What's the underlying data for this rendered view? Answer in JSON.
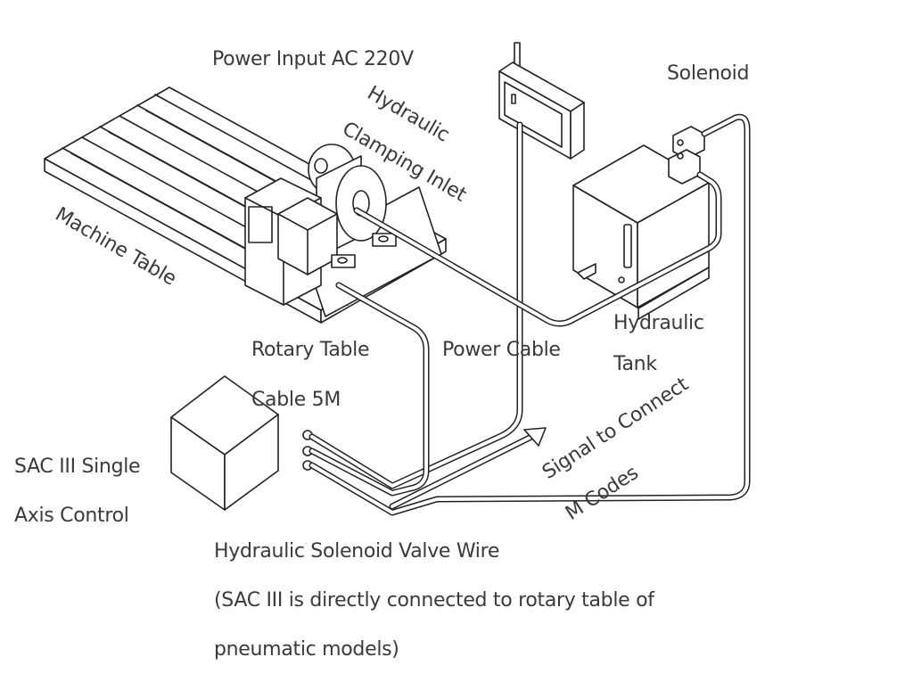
{
  "diagram": {
    "title": "SAC III Single Axis Control hydraulic rotary table connection diagram",
    "labels": {
      "power_input": "Power Input AC 220V",
      "hydraulic_clamping_line1": "Hydraulic",
      "hydraulic_clamping_line2": "Clamping Inlet",
      "solenoid": "Solenoid",
      "machine_table": "Machine Table",
      "hydraulic_tank_line1": "Hydraulic",
      "hydraulic_tank_line2": "Tank",
      "rotary_table_cable_line1": "Rotary Table",
      "rotary_table_cable_line2": "Cable 5M",
      "power_cable": "Power Cable",
      "signal_line1": "Signal to Connect",
      "signal_line2": "M Codes",
      "controller_line1": "SAC III Single",
      "controller_line2": "Axis Control",
      "solenoid_wire": "Hydraulic Solenoid Valve Wire",
      "note_line1": "(SAC III is directly connected to rotary table of",
      "note_line2": "pneumatic models)"
    },
    "components": [
      {
        "name": "Machine Table",
        "icon": "t-slot-table-icon"
      },
      {
        "name": "Rotary Table",
        "icon": "rotary-table-icon"
      },
      {
        "name": "Power Input Box",
        "icon": "electrical-box-icon"
      },
      {
        "name": "Hydraulic Tank",
        "icon": "hydraulic-tank-icon"
      },
      {
        "name": "Solenoid Valve",
        "icon": "solenoid-valve-icon"
      },
      {
        "name": "SAC III Controller",
        "icon": "controller-box-icon"
      }
    ]
  }
}
